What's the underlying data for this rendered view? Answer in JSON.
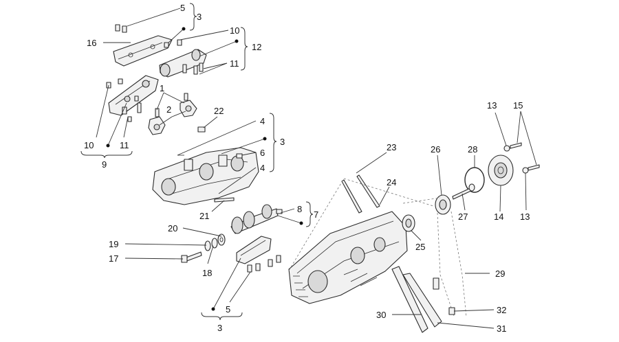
{
  "callouts": {
    "c5_top": "5",
    "c3_top": "3",
    "c16": "16",
    "c10_top": "10",
    "c12": "12",
    "c11_right": "11",
    "c1": "1",
    "c2": "2",
    "c22": "22",
    "c10_left": "10",
    "c11_left": "11",
    "c9": "9",
    "c4_upper": "4",
    "c3_mid": "3",
    "c6": "6",
    "c4_lower": "4",
    "c21": "21",
    "c8": "8",
    "c7": "7",
    "c20": "20",
    "c19": "19",
    "c17": "17",
    "c18": "18",
    "c5_bottom": "5",
    "c3_bottom": "3",
    "c23": "23",
    "c24": "24",
    "c26": "26",
    "c28": "28",
    "c13_top": "13",
    "c15": "15",
    "c27": "27",
    "c14": "14",
    "c13_bottom": "13",
    "c25": "25",
    "c29": "29",
    "c32": "32",
    "c30": "30",
    "c31": "31"
  }
}
